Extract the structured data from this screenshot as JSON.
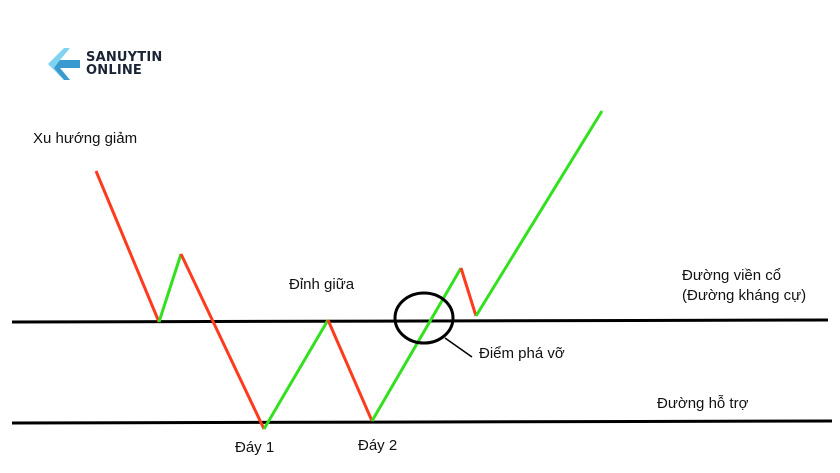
{
  "logo": {
    "line1": "SANUYTIN",
    "line2": "ONLINE",
    "icon": "arrow-logo-icon",
    "colors": {
      "light": "#7fd3f0",
      "dark": "#2d8fc9"
    }
  },
  "labels": {
    "downtrend": "Xu hướng giảm",
    "middle_peak": "Đỉnh giữa",
    "neckline_line1": "Đường viền cổ",
    "neckline_line2": "(Đường kháng cự)",
    "breakout_point": "Điểm phá vỡ",
    "support_line": "Đường hỗ trợ",
    "bottom1": "Đáy 1",
    "bottom2": "Đáy 2"
  },
  "colors": {
    "down_segment": "#ff3b1f",
    "up_segment": "#33e01f",
    "lines": "#000000"
  }
}
